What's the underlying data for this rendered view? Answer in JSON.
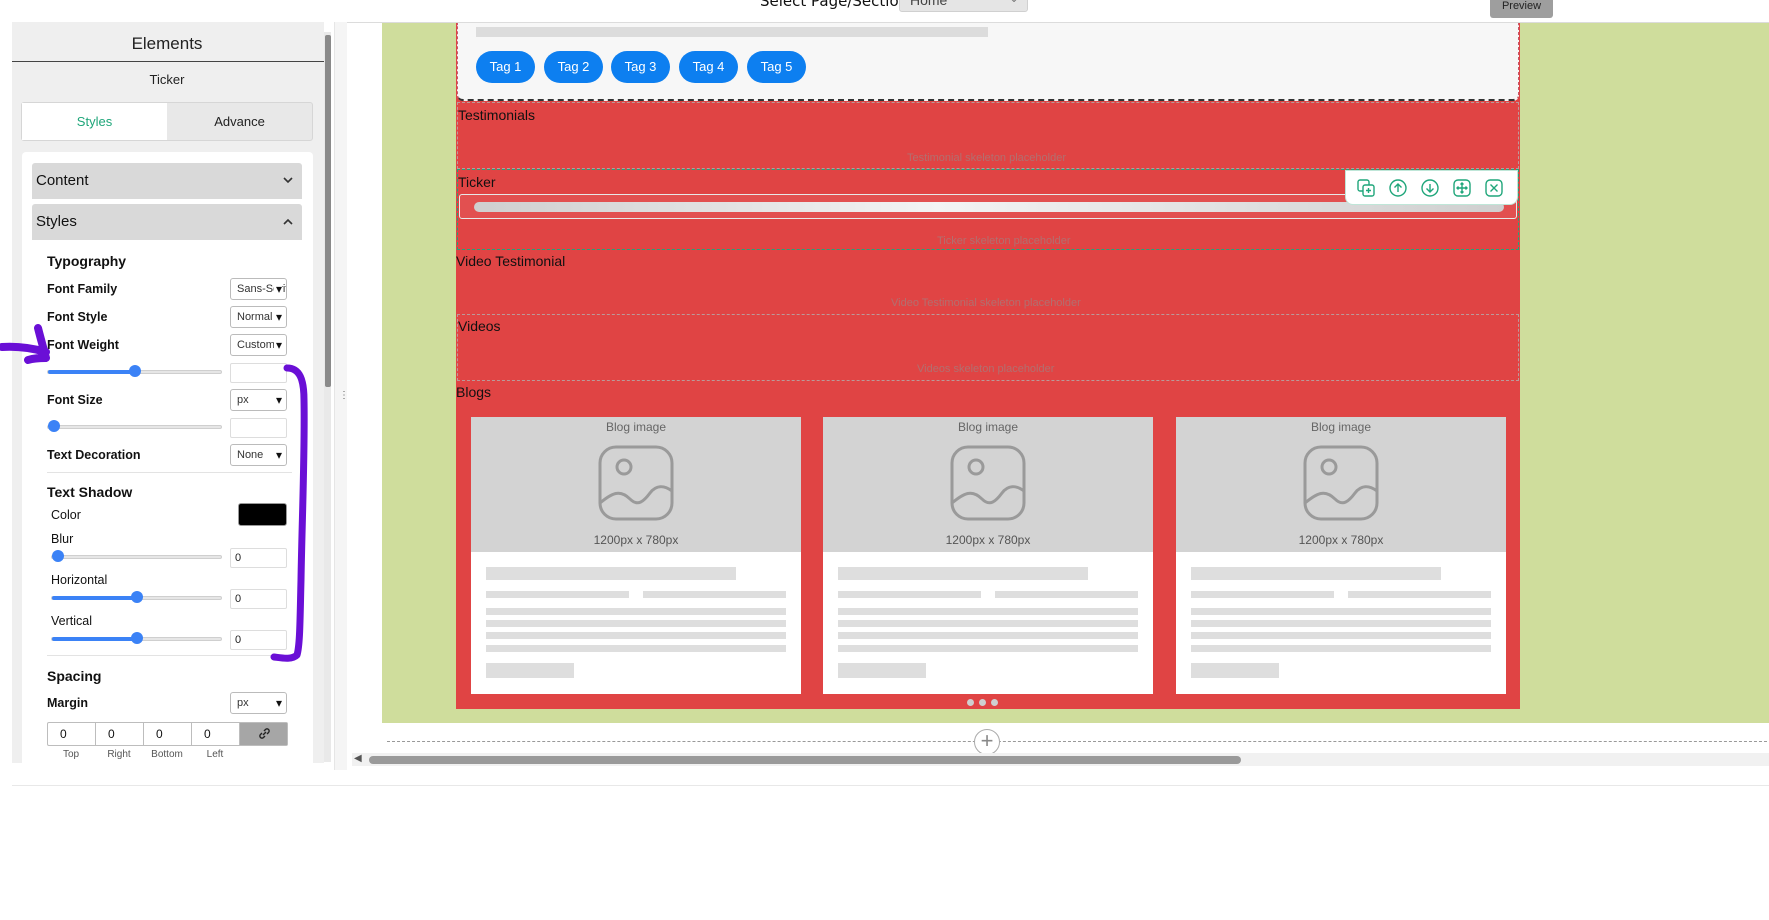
{
  "topbar": {
    "select_page_label": "Select Page/Section:",
    "select_page_value": "Home",
    "preview_label": "Preview"
  },
  "sidebar": {
    "title": "Elements",
    "subtitle": "Ticker",
    "tabs": [
      {
        "label": "Styles",
        "active": true
      },
      {
        "label": "Advance",
        "active": false
      }
    ],
    "accordions": [
      {
        "label": "Content",
        "expanded": false
      },
      {
        "label": "Styles",
        "expanded": true
      }
    ],
    "typography": {
      "title": "Typography",
      "font_family_label": "Font Family",
      "font_family_value": "Sans-Serif",
      "font_style_label": "Font Style",
      "font_style_value": "Normal",
      "font_weight_label": "Font Weight",
      "font_weight_value": "Custom",
      "font_weight_level": 0.5,
      "font_weight_input": "",
      "font_size_label": "Font Size",
      "font_size_unit": "px",
      "font_size_level": 0,
      "font_size_input": "",
      "text_decoration_label": "Text Decoration",
      "text_decoration_value": "None"
    },
    "text_shadow": {
      "title": "Text Shadow",
      "color_label": "Color",
      "color_value": "#000000",
      "blur_label": "Blur",
      "blur_value": "0",
      "blur_level": 0,
      "horizontal_label": "Horizontal",
      "horizontal_value": "0",
      "horizontal_level": 0.5,
      "vertical_label": "Vertical",
      "vertical_value": "0",
      "vertical_level": 0.5
    },
    "spacing": {
      "title": "Spacing",
      "margin_label": "Margin",
      "margin_unit": "px",
      "margin_values": [
        "0",
        "0",
        "0",
        "0"
      ],
      "margin_sides": [
        "Top",
        "Right",
        "Bottom",
        "Left"
      ]
    }
  },
  "canvas": {
    "tags": [
      "Tag 1",
      "Tag 2",
      "Tag 3",
      "Tag 4",
      "Tag 5"
    ],
    "sections": {
      "testimonials": {
        "label": "Testimonials",
        "placeholder": "Testimonial skeleton placeholder"
      },
      "ticker": {
        "label": "Ticker",
        "placeholder": "Ticker skeleton placeholder"
      },
      "video_testimonial": {
        "label": "Video Testimonial",
        "placeholder": "Video Testimonial skeleton placeholder"
      },
      "videos": {
        "label": "Videos",
        "placeholder": "Videos skeleton placeholder"
      },
      "blogs": {
        "label": "Blogs"
      }
    },
    "ticker_tools": [
      "duplicate-icon",
      "move-up-icon",
      "move-down-icon",
      "drag-move-icon",
      "remove-icon"
    ],
    "blog_cards": [
      {
        "image_label": "Blog image",
        "image_size": "1200px x 780px"
      },
      {
        "image_label": "Blog image",
        "image_size": "1200px x 780px"
      },
      {
        "image_label": "Blog image",
        "image_size": "1200px x 780px"
      }
    ]
  },
  "colors": {
    "accent": "#1fa67a",
    "tag_blue": "#0d7ff0",
    "section_red": "#e04444",
    "page_green": "#cfdd9c",
    "annotation_purple": "#6a0fd6"
  }
}
